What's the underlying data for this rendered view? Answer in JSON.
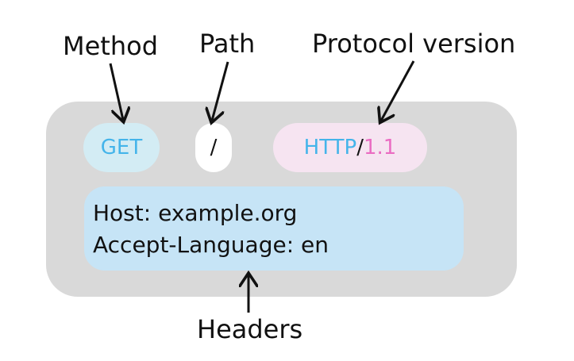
{
  "labels": {
    "method": "Method",
    "path": "Path",
    "protocol": "Protocol version",
    "headers": "Headers"
  },
  "request_line": {
    "method": "GET",
    "path": "/",
    "protocol_name": "HTTP",
    "protocol_separator": "/",
    "protocol_version": "1.1"
  },
  "headers": [
    "Host: example.org",
    "Accept-Language: en"
  ],
  "colors": {
    "panel": "#d9d9d9",
    "method_bg": "#d3ecf4",
    "method_text": "#44b4ea",
    "path_bg": "#ffffff",
    "protocol_bg": "#f6e4f1",
    "protocol_name_text": "#44b4ea",
    "protocol_version_text": "#ea6cc2",
    "headers_bg": "#c6e4f6",
    "arrow": "#111111"
  }
}
